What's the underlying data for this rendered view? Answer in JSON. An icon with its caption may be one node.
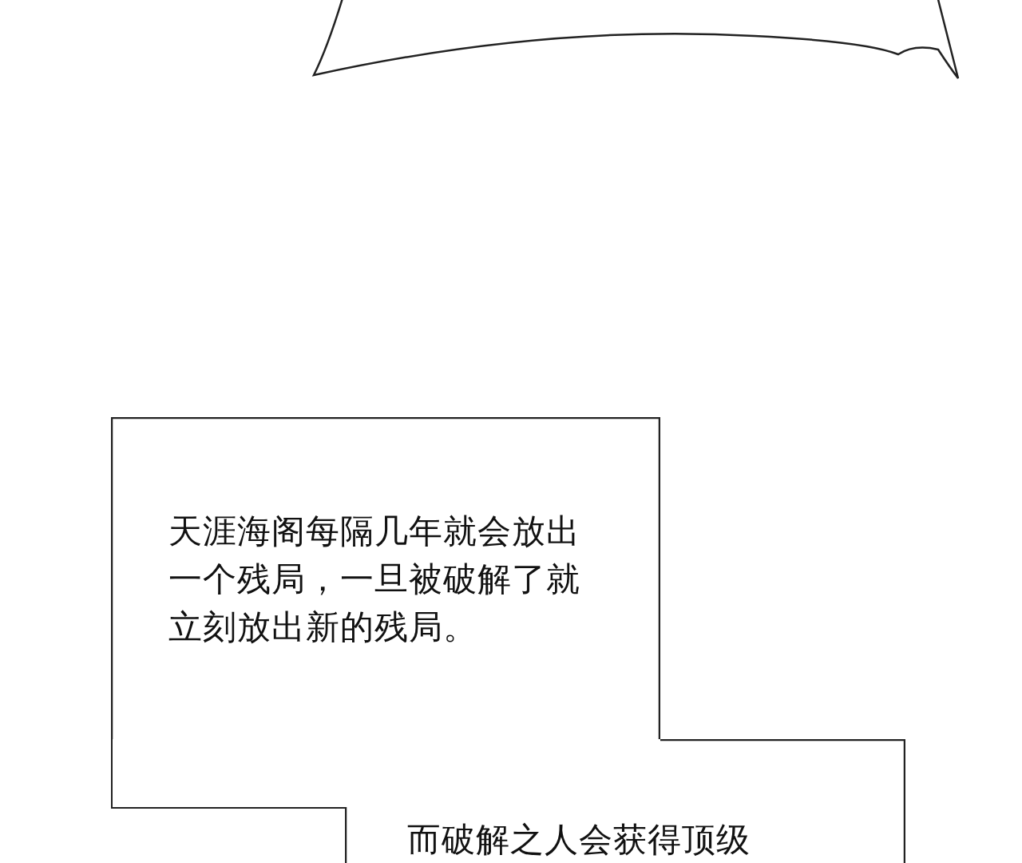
{
  "diagram": {
    "nodes": [
      {
        "text": [],
        "shape": "bubble"
      },
      {
        "text": [
          "天涯海阁每隔几年就会放出一个残局，一旦被破解了就立刻放出新的残局。"
        ]
      },
      {
        "text": [
          "而破解之人会获得顶级"
        ]
      }
    ]
  }
}
